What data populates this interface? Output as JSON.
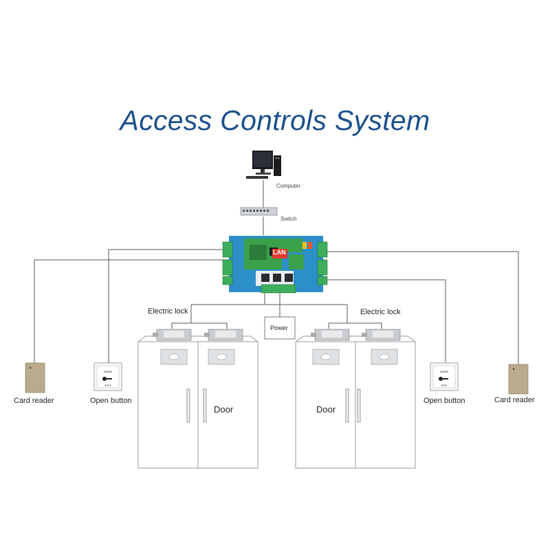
{
  "title": "Access Controls System",
  "labels": {
    "computer": "Computer",
    "switch": "Switch",
    "lan": "LAN",
    "power": "Power",
    "electric_lock_left": "Electric lock",
    "electric_lock_right": "Electric lock",
    "door_left": "Door",
    "door_right": "Door",
    "card_reader_left": "Card reader",
    "card_reader_right": "Card reader",
    "open_button_left": "Open button",
    "open_button_right": "Open button",
    "button_text_top": "DOOR",
    "button_text_bottom": "EXIT"
  },
  "colors": {
    "title": "#1b4f8c",
    "board": "#2c8fc7",
    "pcb": "#3aa04a",
    "line": "#555555"
  }
}
